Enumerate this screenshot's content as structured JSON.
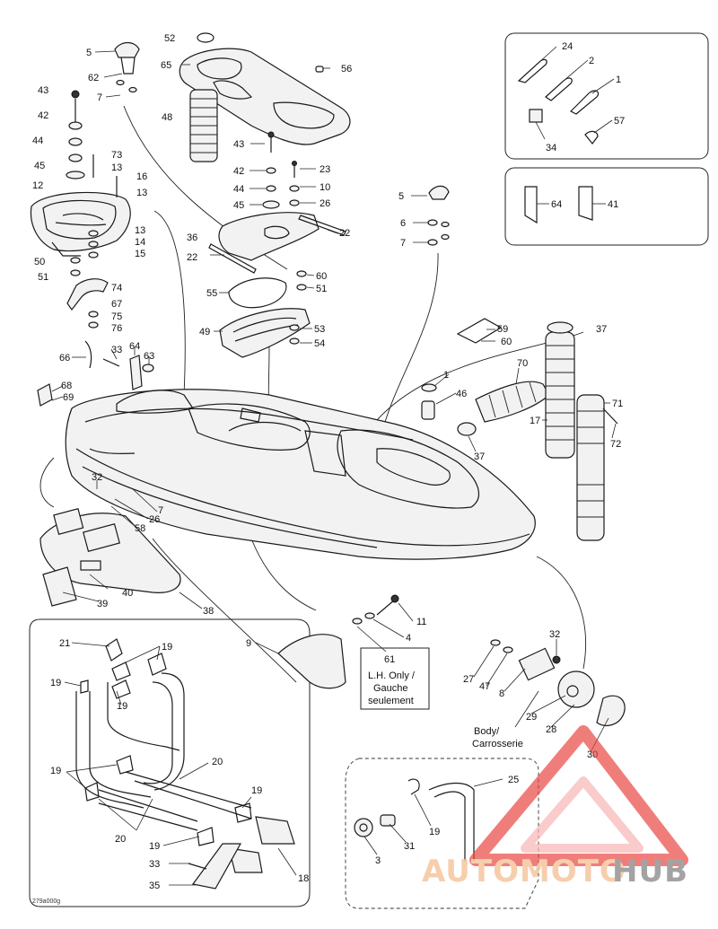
{
  "diagram": {
    "callouts": [
      {
        "id": "c1",
        "text": "5"
      },
      {
        "id": "c2",
        "text": "62"
      },
      {
        "id": "c3",
        "text": "7"
      },
      {
        "id": "c4",
        "text": "43"
      },
      {
        "id": "c5",
        "text": "42"
      },
      {
        "id": "c6",
        "text": "44"
      },
      {
        "id": "c7",
        "text": "45"
      },
      {
        "id": "c8",
        "text": "12"
      },
      {
        "id": "c9",
        "text": "73"
      },
      {
        "id": "c10",
        "text": "13"
      },
      {
        "id": "c11",
        "text": "16"
      },
      {
        "id": "c12",
        "text": "13"
      },
      {
        "id": "c13",
        "text": "13"
      },
      {
        "id": "c14",
        "text": "14"
      },
      {
        "id": "c15",
        "text": "15"
      },
      {
        "id": "c16",
        "text": "50"
      },
      {
        "id": "c17",
        "text": "51"
      },
      {
        "id": "c18",
        "text": "74"
      },
      {
        "id": "c19",
        "text": "67"
      },
      {
        "id": "c20",
        "text": "75"
      },
      {
        "id": "c21",
        "text": "76"
      },
      {
        "id": "c22",
        "text": "52"
      },
      {
        "id": "c23",
        "text": "65"
      },
      {
        "id": "c24",
        "text": "56"
      },
      {
        "id": "c25",
        "text": "48"
      },
      {
        "id": "c26",
        "text": "43"
      },
      {
        "id": "c27",
        "text": "42"
      },
      {
        "id": "c28",
        "text": "44"
      },
      {
        "id": "c29",
        "text": "45"
      },
      {
        "id": "c30",
        "text": "23"
      },
      {
        "id": "c31",
        "text": "10"
      },
      {
        "id": "c32",
        "text": "26"
      },
      {
        "id": "c33",
        "text": "36"
      },
      {
        "id": "c34",
        "text": "22"
      },
      {
        "id": "c35",
        "text": "22"
      },
      {
        "id": "c36",
        "text": "55"
      },
      {
        "id": "c37",
        "text": "60"
      },
      {
        "id": "c38",
        "text": "51"
      },
      {
        "id": "c39",
        "text": "49"
      },
      {
        "id": "c40",
        "text": "53"
      },
      {
        "id": "c41",
        "text": "54"
      },
      {
        "id": "c42",
        "text": "24"
      },
      {
        "id": "c43",
        "text": "2"
      },
      {
        "id": "c44",
        "text": "1"
      },
      {
        "id": "c45",
        "text": "57"
      },
      {
        "id": "c46",
        "text": "34"
      },
      {
        "id": "c47",
        "text": "64"
      },
      {
        "id": "c48",
        "text": "41"
      },
      {
        "id": "c49",
        "text": "5"
      },
      {
        "id": "c50",
        "text": "6"
      },
      {
        "id": "c51",
        "text": "7"
      },
      {
        "id": "c52",
        "text": "37"
      },
      {
        "id": "c53",
        "text": "59"
      },
      {
        "id": "c54",
        "text": "60"
      },
      {
        "id": "c55",
        "text": "70"
      },
      {
        "id": "c56",
        "text": "1"
      },
      {
        "id": "c57",
        "text": "46"
      },
      {
        "id": "c58",
        "text": "71"
      },
      {
        "id": "c59",
        "text": "17"
      },
      {
        "id": "c60",
        "text": "72"
      },
      {
        "id": "c61",
        "text": "37"
      },
      {
        "id": "c62",
        "text": "66"
      },
      {
        "id": "c63",
        "text": "33"
      },
      {
        "id": "c64",
        "text": "64"
      },
      {
        "id": "c65",
        "text": "63"
      },
      {
        "id": "c66",
        "text": "68"
      },
      {
        "id": "c67",
        "text": "69"
      },
      {
        "id": "c68",
        "text": "32"
      },
      {
        "id": "c69",
        "text": "7"
      },
      {
        "id": "c70",
        "text": "26"
      },
      {
        "id": "c71",
        "text": "58"
      },
      {
        "id": "c72",
        "text": "40"
      },
      {
        "id": "c73",
        "text": "39"
      },
      {
        "id": "c74",
        "text": "38"
      },
      {
        "id": "c75",
        "text": "11"
      },
      {
        "id": "c76",
        "text": "9"
      },
      {
        "id": "c77",
        "text": "4"
      },
      {
        "id": "c78",
        "text": "61"
      },
      {
        "id": "c79",
        "text": "32"
      },
      {
        "id": "c80",
        "text": "27"
      },
      {
        "id": "c81",
        "text": "47"
      },
      {
        "id": "c82",
        "text": "8"
      },
      {
        "id": "c83",
        "text": "29"
      },
      {
        "id": "c84",
        "text": "28"
      },
      {
        "id": "c85",
        "text": "30"
      },
      {
        "id": "c86",
        "text": "21"
      },
      {
        "id": "c87",
        "text": "19"
      },
      {
        "id": "c88",
        "text": "19"
      },
      {
        "id": "c89",
        "text": "19"
      },
      {
        "id": "c90",
        "text": "20"
      },
      {
        "id": "c91",
        "text": "19"
      },
      {
        "id": "c92",
        "text": "20"
      },
      {
        "id": "c93",
        "text": "19"
      },
      {
        "id": "c94",
        "text": "19"
      },
      {
        "id": "c95",
        "text": "33"
      },
      {
        "id": "c96",
        "text": "35"
      },
      {
        "id": "c97",
        "text": "18"
      },
      {
        "id": "c98",
        "text": "25"
      },
      {
        "id": "c99",
        "text": "19"
      },
      {
        "id": "c100",
        "text": "3"
      },
      {
        "id": "c101",
        "text": "31"
      }
    ],
    "notes": {
      "lh_only": [
        "L.H. Only /",
        "Gauche",
        "seulement"
      ],
      "body": [
        "Body/",
        "Carrosserie"
      ]
    },
    "ref_code": "279a000g"
  },
  "watermark": {
    "text_parts": [
      "AUTOMOTO",
      "HUB"
    ],
    "colors": {
      "accent": "#f7c9a4",
      "dark": "#9a9a9a",
      "logo_red": "#e8413c",
      "logo_pink": "#f6b7b5"
    }
  }
}
